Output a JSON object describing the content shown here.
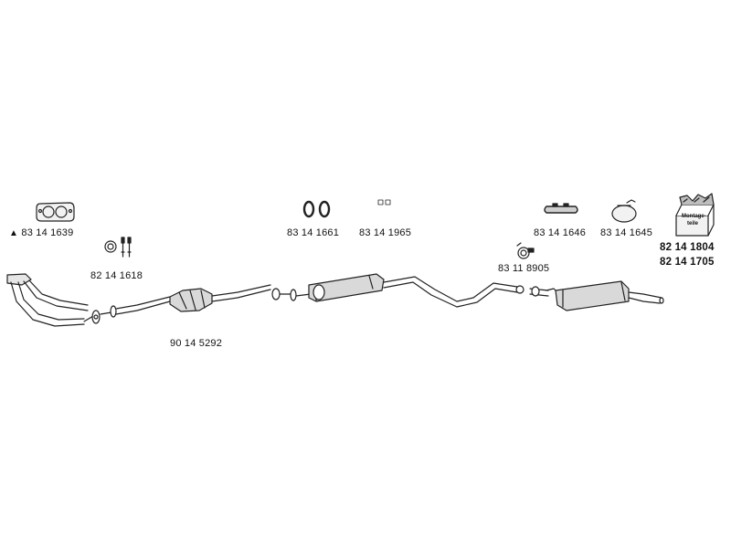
{
  "parts": {
    "flange_gasket": {
      "number": "83 14 1639",
      "marker": "▲",
      "icon": "flange-gasket-icon"
    },
    "clamp_bolts": {
      "number": "82 14 1618",
      "icon": "clamp-bolt-kit-icon"
    },
    "rubber_rings": {
      "number": "83 14 1661",
      "icon": "rubber-ring-icon"
    },
    "small_clips": {
      "number": "83 14 1965",
      "icon": "small-clip-icon"
    },
    "hanger_strap": {
      "number": "83 14 1646",
      "icon": "hanger-strap-icon"
    },
    "hanger_ring": {
      "number": "83 14 1645",
      "icon": "hanger-ring-icon"
    },
    "pipe_clamp": {
      "number": "83 11 8905",
      "icon": "pipe-clamp-icon"
    },
    "exhaust_system": {
      "number": "90 14 5292"
    },
    "mounting_kit": {
      "numbers": [
        "82 14 1804",
        "82 14 1705"
      ],
      "box_label_1": "Montage-",
      "box_label_2": "teile",
      "icon": "mounting-parts-box-icon"
    }
  },
  "colors": {
    "line": "#222222",
    "fill_light": "#f2f2f2",
    "fill_mid": "#d9d9d9"
  }
}
